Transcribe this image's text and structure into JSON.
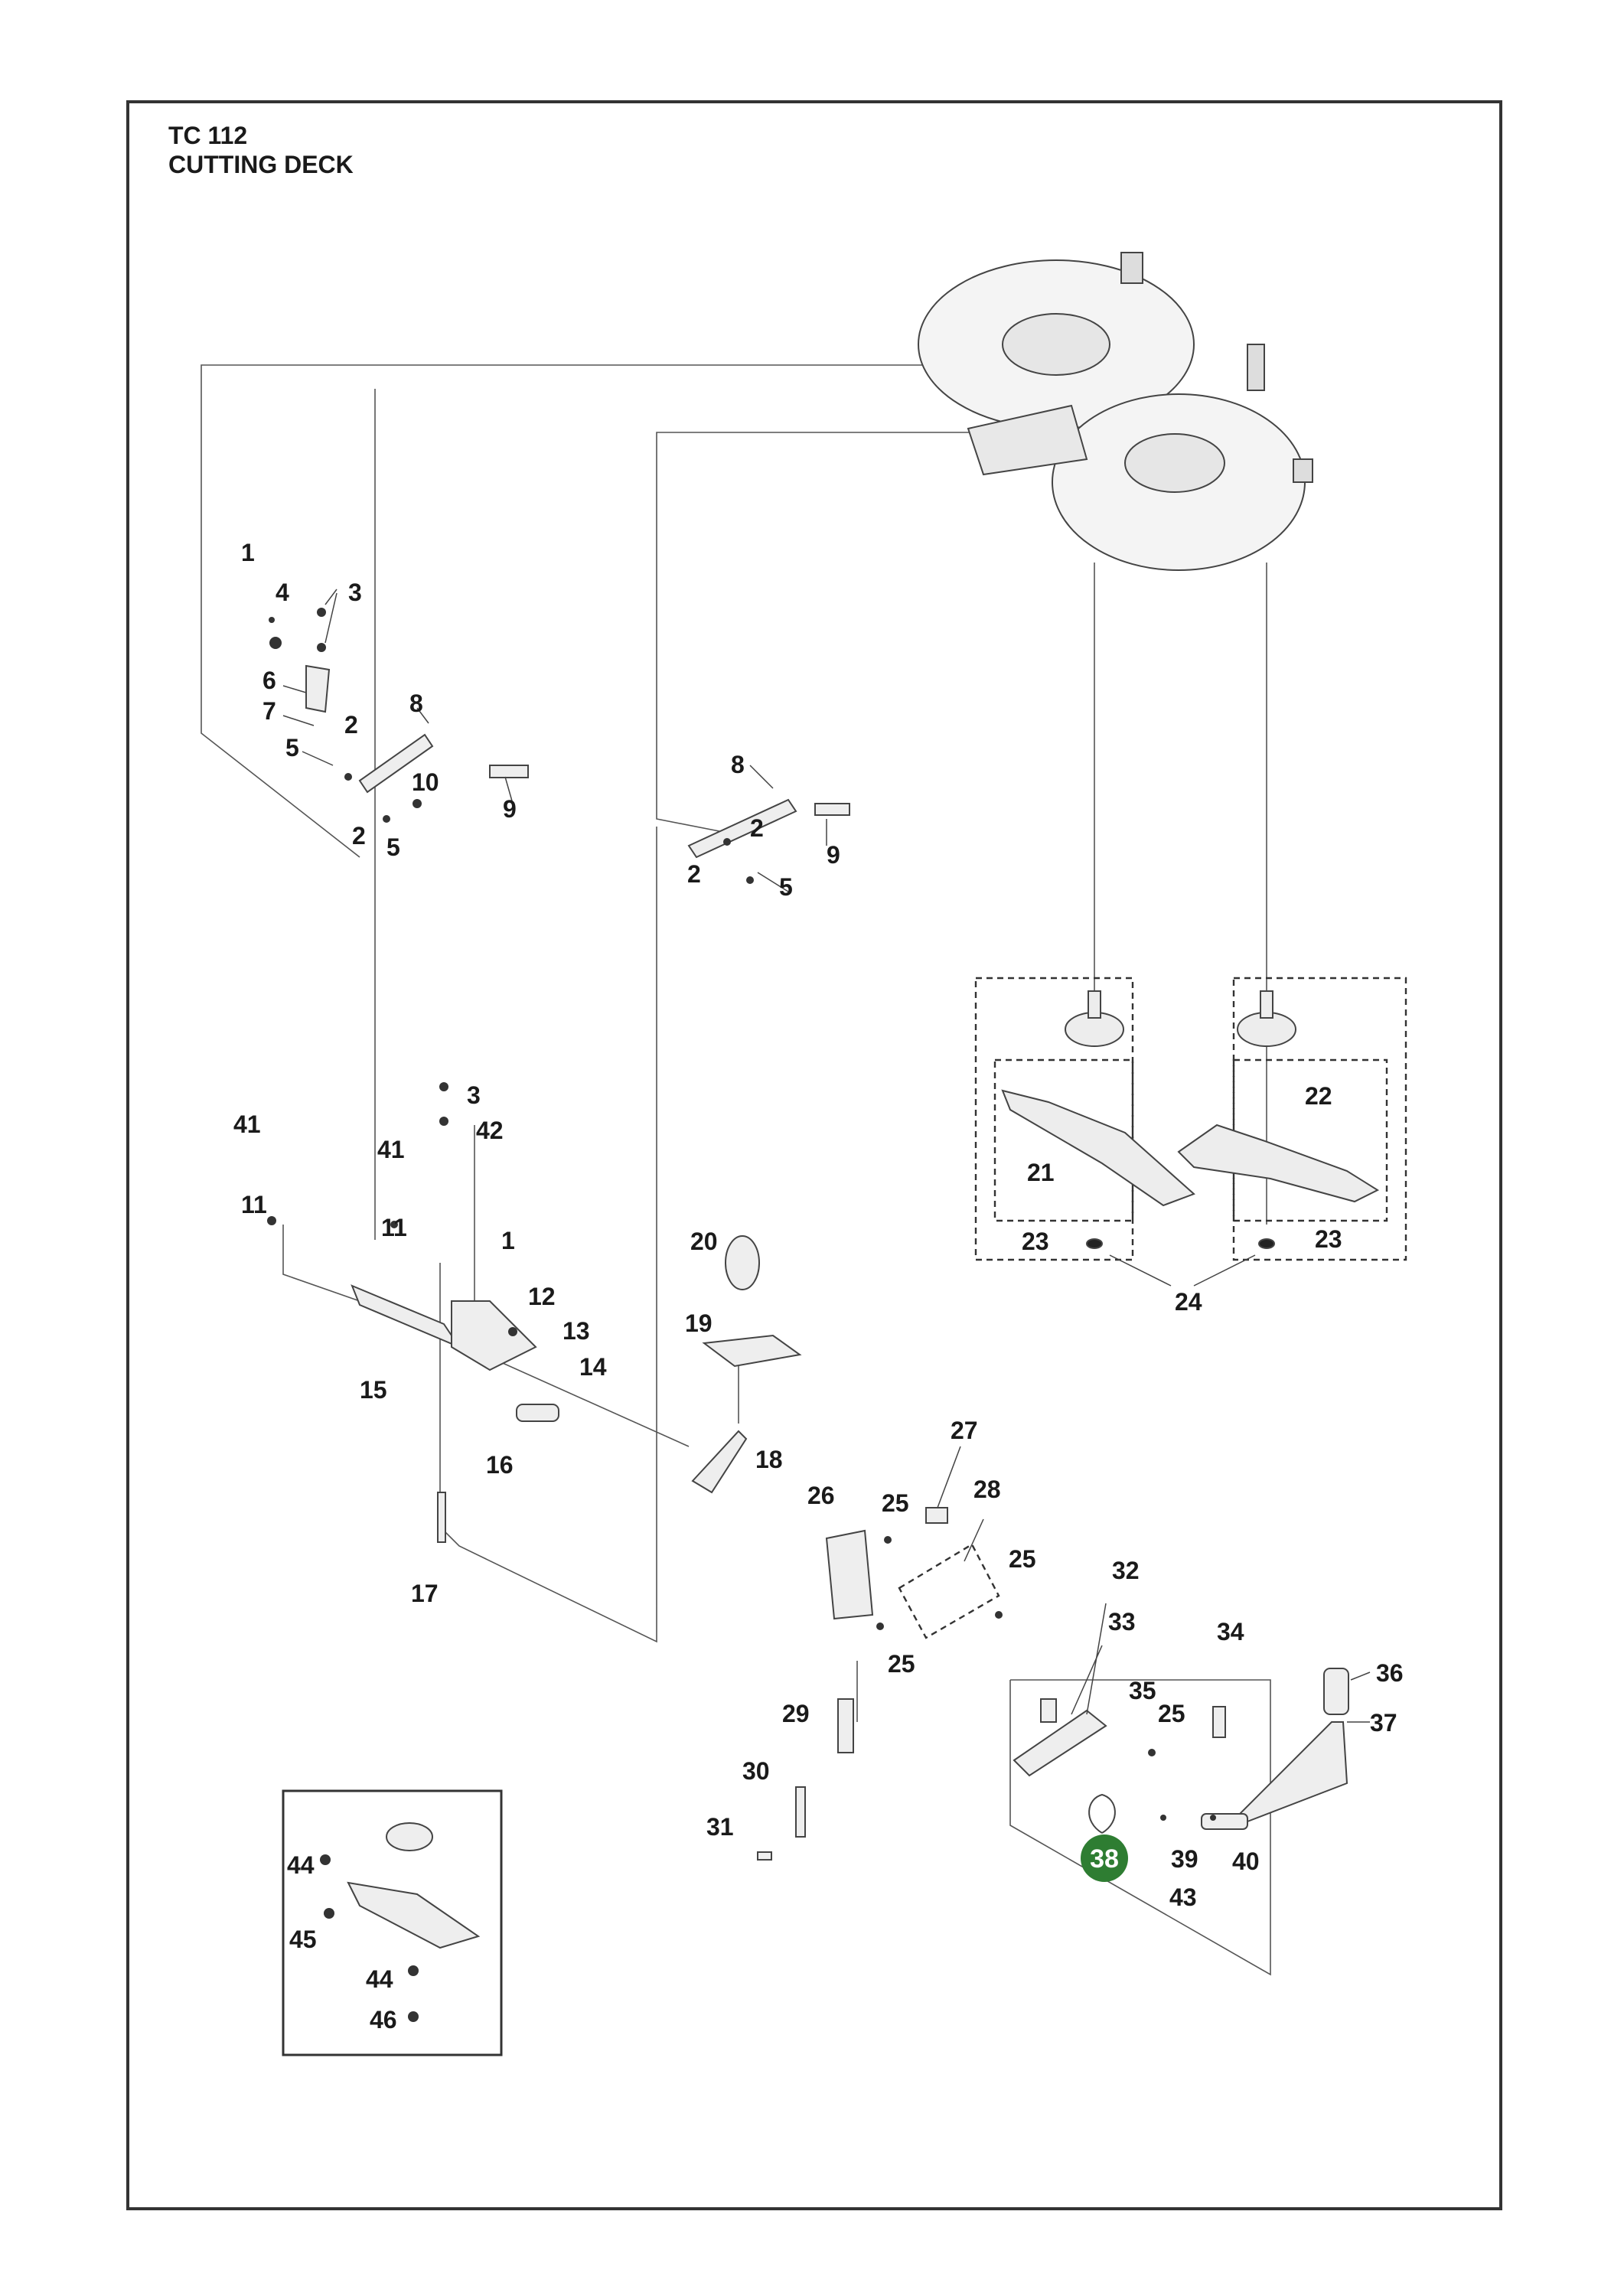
{
  "header": {
    "model": "TC 112",
    "section": "CUTTING DECK"
  },
  "highlighted_part": "38",
  "highlight_color": "#2e7d32",
  "callouts": [
    "1",
    "2",
    "3",
    "4",
    "5",
    "6",
    "7",
    "8",
    "9",
    "10",
    "11",
    "12",
    "13",
    "14",
    "15",
    "16",
    "17",
    "18",
    "19",
    "20",
    "21",
    "22",
    "23",
    "24",
    "25",
    "26",
    "27",
    "28",
    "29",
    "30",
    "31",
    "32",
    "33",
    "34",
    "35",
    "36",
    "37",
    "38",
    "39",
    "40",
    "41",
    "42",
    "43",
    "44",
    "45",
    "46"
  ],
  "labels": {
    "c1a": "1",
    "c3a": "3",
    "c4": "4",
    "c6": "6",
    "c7": "7",
    "c2a": "2",
    "c5a": "5",
    "c8a": "8",
    "c10": "10",
    "c9a": "9",
    "c2b": "2",
    "c5b": "5",
    "c8b": "8",
    "c2c": "2",
    "c2d": "2",
    "c5c": "5",
    "c9b": "9",
    "c3b": "3",
    "c41a": "41",
    "c42": "42",
    "c41b": "41",
    "c11a": "11",
    "c11b": "11",
    "c1b": "1",
    "c12": "12",
    "c13": "13",
    "c14": "14",
    "c15": "15",
    "c16": "16",
    "c17": "17",
    "c20": "20",
    "c19": "19",
    "c18": "18",
    "c22": "22",
    "c21": "21",
    "c23a": "23",
    "c23b": "23",
    "c24": "24",
    "c27": "27",
    "c26": "26",
    "c25a": "25",
    "c28": "28",
    "c25b": "25",
    "c25c": "25",
    "c29": "29",
    "c30": "30",
    "c31": "31",
    "c32": "32",
    "c33": "33",
    "c34": "34",
    "c35": "35",
    "c25d": "25",
    "c36": "36",
    "c37": "37",
    "c38": "38",
    "c39": "39",
    "c40": "40",
    "c43": "43",
    "c44a": "44",
    "c45": "45",
    "c44b": "44",
    "c46": "46"
  }
}
